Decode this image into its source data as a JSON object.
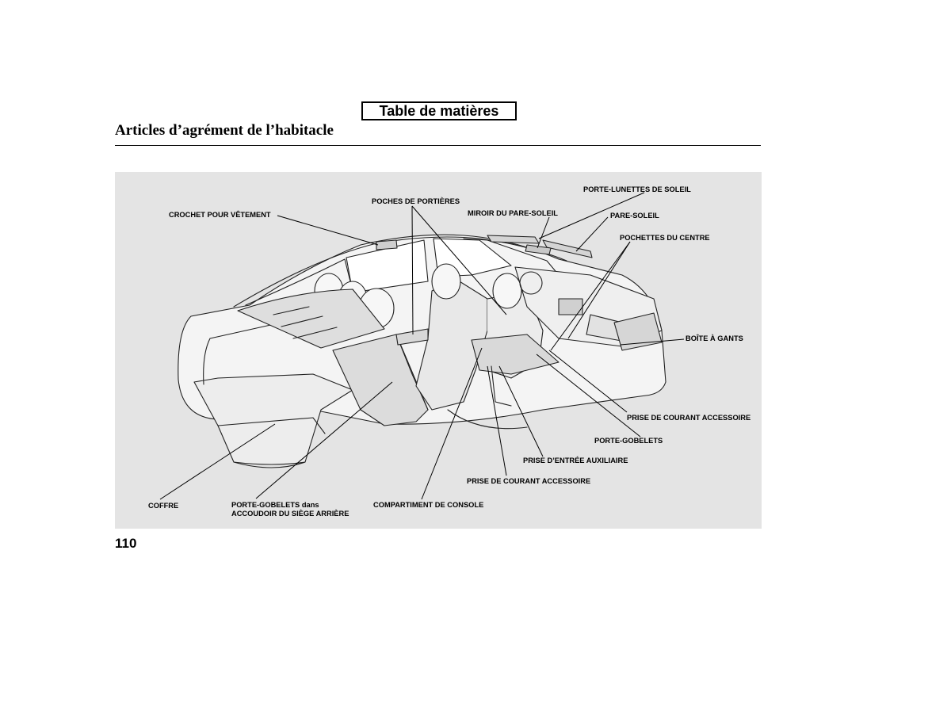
{
  "header": {
    "toc_label": "Table de matières",
    "title": "Articles d’agrément de l’habitacle"
  },
  "figure": {
    "callouts": {
      "crochet": "CROCHET POUR VÊTEMENT",
      "poches": "POCHES DE PORTIÈRES",
      "porte_lunettes": "PORTE-LUNETTES DE SOLEIL",
      "miroir": "MIROIR DU PARE-SOLEIL",
      "pare_soleil": "PARE-SOLEIL",
      "pochettes": "POCHETTES DU CENTRE",
      "boite": "BOÎTE À GANTS",
      "prise_courant_1": "PRISE DE COURANT ACCESSOIRE",
      "porte_gobelets": "PORTE-GOBELETS",
      "prise_entree": "PRISE D’ENTRÉE AUXILIAIRE",
      "prise_courant_2": "PRISE DE COURANT ACCESSOIRE",
      "compartiment": "COMPARTIMENT DE CONSOLE",
      "porte_gobelets_arriere_1": "PORTE-GOBELETS dans",
      "porte_gobelets_arriere_2": "ACCOUDOIR DU SIÈGE ARRIÈRE",
      "coffre": "COFFRE"
    }
  },
  "footer": {
    "page_number": "110"
  }
}
